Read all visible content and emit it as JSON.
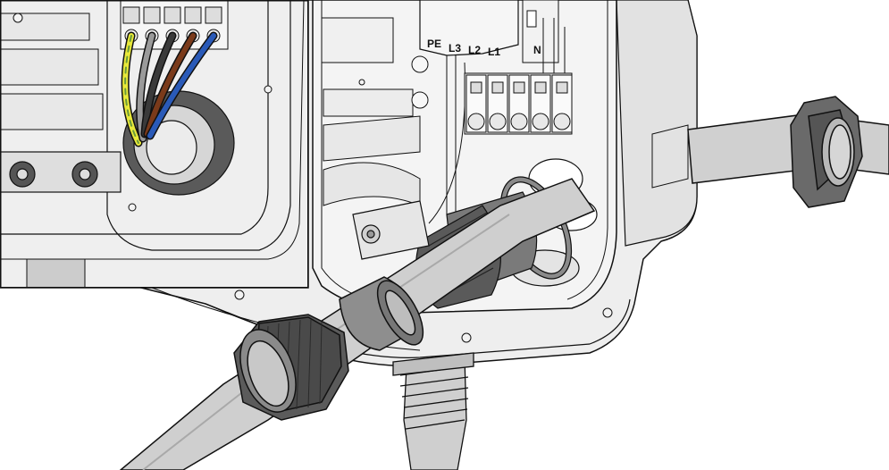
{
  "colors": {
    "outline": "#111111",
    "housing": "#eeeeee",
    "housing_shade": "#d6d6d6",
    "gland_nut": "#4a4a4a",
    "gland_nut_light": "#6e6e6e",
    "cable": "#c9c9c9",
    "cable_dark": "#a9a9a9",
    "seal_ring": "#8a8a8a",
    "wire_pe_yellow": "#e8e83a",
    "wire_pe_green": "#6a9a3a",
    "wire_grey": "#9a9a9a",
    "wire_black": "#3a3a3a",
    "wire_brown": "#7a3a1a",
    "wire_blue": "#2a5ab8",
    "inset_border": "#111111"
  },
  "terminal_labels": [
    "PE",
    "L3",
    "L2",
    "L1",
    "N"
  ],
  "icons": {
    "cable_gland_loose": "cable-gland-nut-icon",
    "cable_gland_mounted": "cable-gland-mounted-icon",
    "seal_ring": "seal-ring-icon",
    "terminal_block": "terminal-block-icon"
  }
}
